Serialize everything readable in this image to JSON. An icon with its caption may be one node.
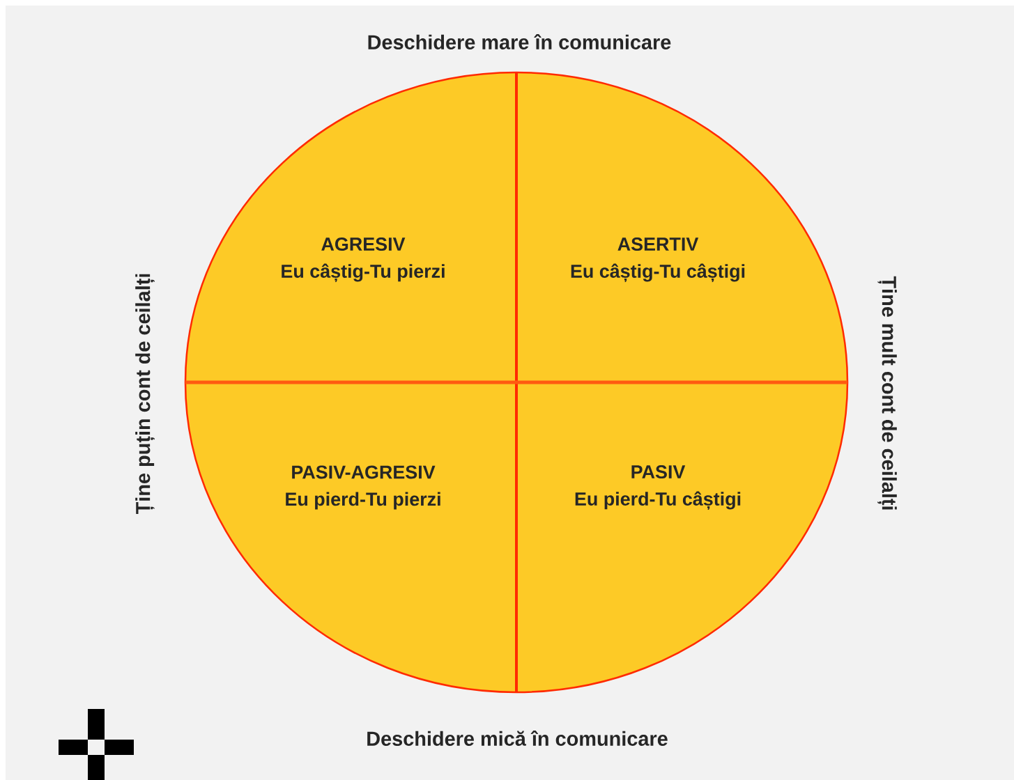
{
  "diagram": {
    "nodes": [
      {
        "text": [
          "AGRESIV",
          "Eu câștig-Tu pierzi"
        ]
      },
      {
        "text": [
          "ASERTIV",
          "Eu câștig-Tu câștigi"
        ]
      },
      {
        "text": [
          "PASIV-AGRESIV",
          "Eu pierd-Tu pierzi"
        ]
      },
      {
        "text": [
          "PASIV",
          "Eu pierd-Tu câștigi"
        ]
      }
    ],
    "labels": [
      "Deschidere mare în comunicare",
      "Ține puțin cont de ceilalți",
      "Ține mult cont de ceilalți",
      "Deschidere mică în comunicare"
    ]
  }
}
